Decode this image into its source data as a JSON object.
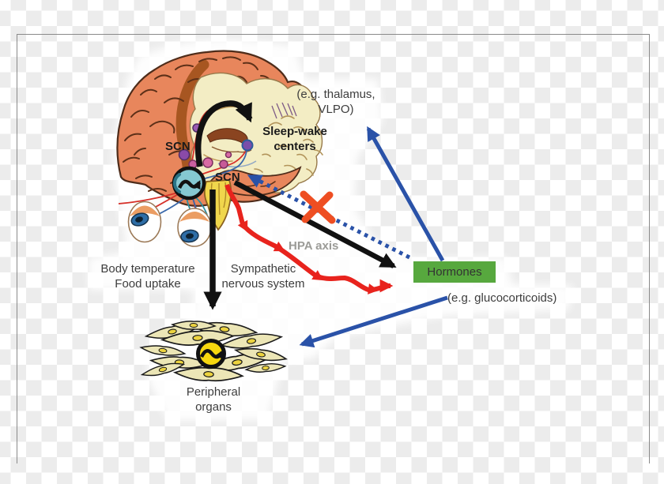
{
  "labels": {
    "scn_top": "SCN",
    "scn_bottom": "SCN",
    "sleep_wake": [
      "Sleep-wake",
      "centers"
    ],
    "thalamus_note": [
      "(e.g. thalamus,",
      "VLPO)"
    ],
    "hormones": "Hormones",
    "glucocorticoids_note": "(e.g. glucocorticoids)",
    "hpa_axis": "HPA axis",
    "body": [
      "Body temperature",
      "Food uptake"
    ],
    "sympathetic": [
      "Sympathetic",
      "nervous system"
    ],
    "peripheral": [
      "Peripheral",
      "organs"
    ]
  },
  "colors": {
    "hormones_box": "#57a83e",
    "arrow_black": "#111111",
    "arrow_blue": "#2a52a8",
    "arrow_red": "#e8231d",
    "blocked_cross": "#ee4e22",
    "hpa_text": "#9b9b97",
    "brain_cortex": "#e8865c",
    "brain_inner_cut": "#f3edc4",
    "scn_clock_fill": "#85c8d2",
    "peripheral_clock_fill": "#f6d70f",
    "checker_gray": "#ececec",
    "frame_border": "#8a8a8a"
  }
}
